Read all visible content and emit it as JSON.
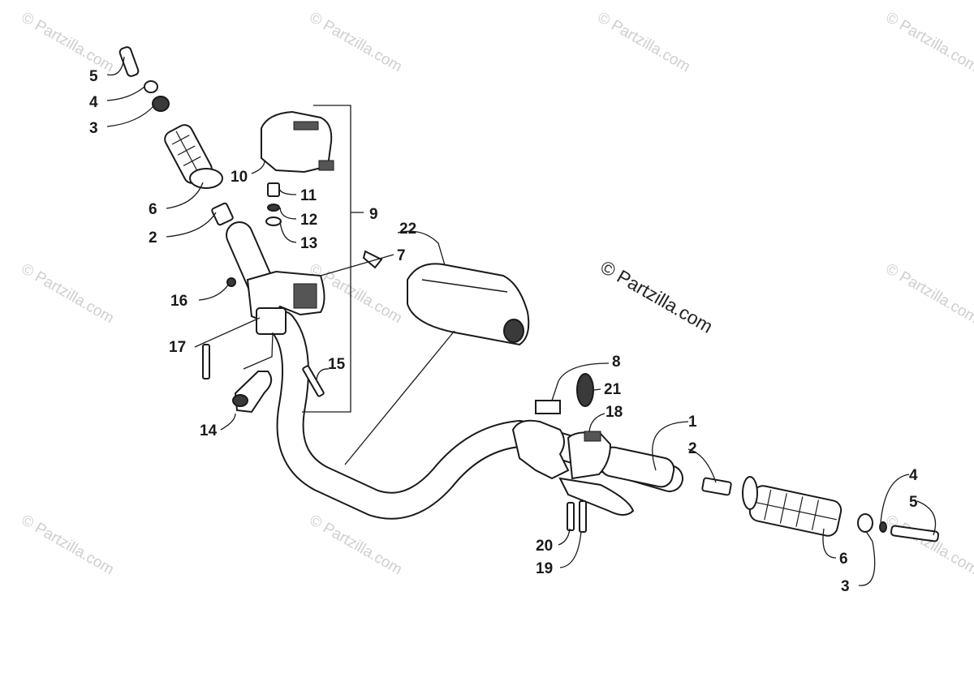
{
  "watermark": {
    "text": "© Partzilla.com",
    "color": "#cfcfcf"
  },
  "copyright_text": "© Partzilla.com",
  "callouts": [
    {
      "id": "c5a",
      "label": "5"
    },
    {
      "id": "c4a",
      "label": "4"
    },
    {
      "id": "c3a",
      "label": "3"
    },
    {
      "id": "c6a",
      "label": "6"
    },
    {
      "id": "c2a",
      "label": "2"
    },
    {
      "id": "c10",
      "label": "10"
    },
    {
      "id": "c11",
      "label": "11"
    },
    {
      "id": "c12",
      "label": "12"
    },
    {
      "id": "c13",
      "label": "13"
    },
    {
      "id": "c9",
      "label": "9"
    },
    {
      "id": "c22",
      "label": "22"
    },
    {
      "id": "c7",
      "label": "7"
    },
    {
      "id": "c16",
      "label": "16"
    },
    {
      "id": "c17",
      "label": "17"
    },
    {
      "id": "c15",
      "label": "15"
    },
    {
      "id": "c14",
      "label": "14"
    },
    {
      "id": "c8",
      "label": "8"
    },
    {
      "id": "c21",
      "label": "21"
    },
    {
      "id": "c18",
      "label": "18"
    },
    {
      "id": "c1",
      "label": "1"
    },
    {
      "id": "c2b",
      "label": "2"
    },
    {
      "id": "c4b",
      "label": "4"
    },
    {
      "id": "c5b",
      "label": "5"
    },
    {
      "id": "c20",
      "label": "20"
    },
    {
      "id": "c19",
      "label": "19"
    },
    {
      "id": "c6b",
      "label": "6"
    },
    {
      "id": "c3b",
      "label": "3"
    }
  ]
}
